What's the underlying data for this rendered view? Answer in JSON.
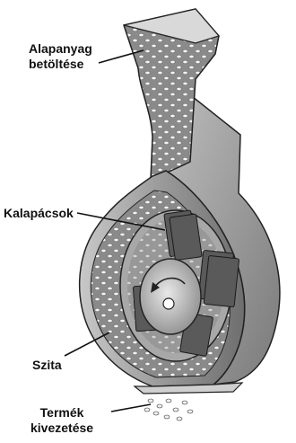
{
  "labels": {
    "feed_line1": "Alapanyag",
    "feed_line2": "betöltése",
    "hammers": "Kalapácsok",
    "screen": "Szita",
    "output_line1": "Termék",
    "output_line2": "kivezetése"
  }
}
